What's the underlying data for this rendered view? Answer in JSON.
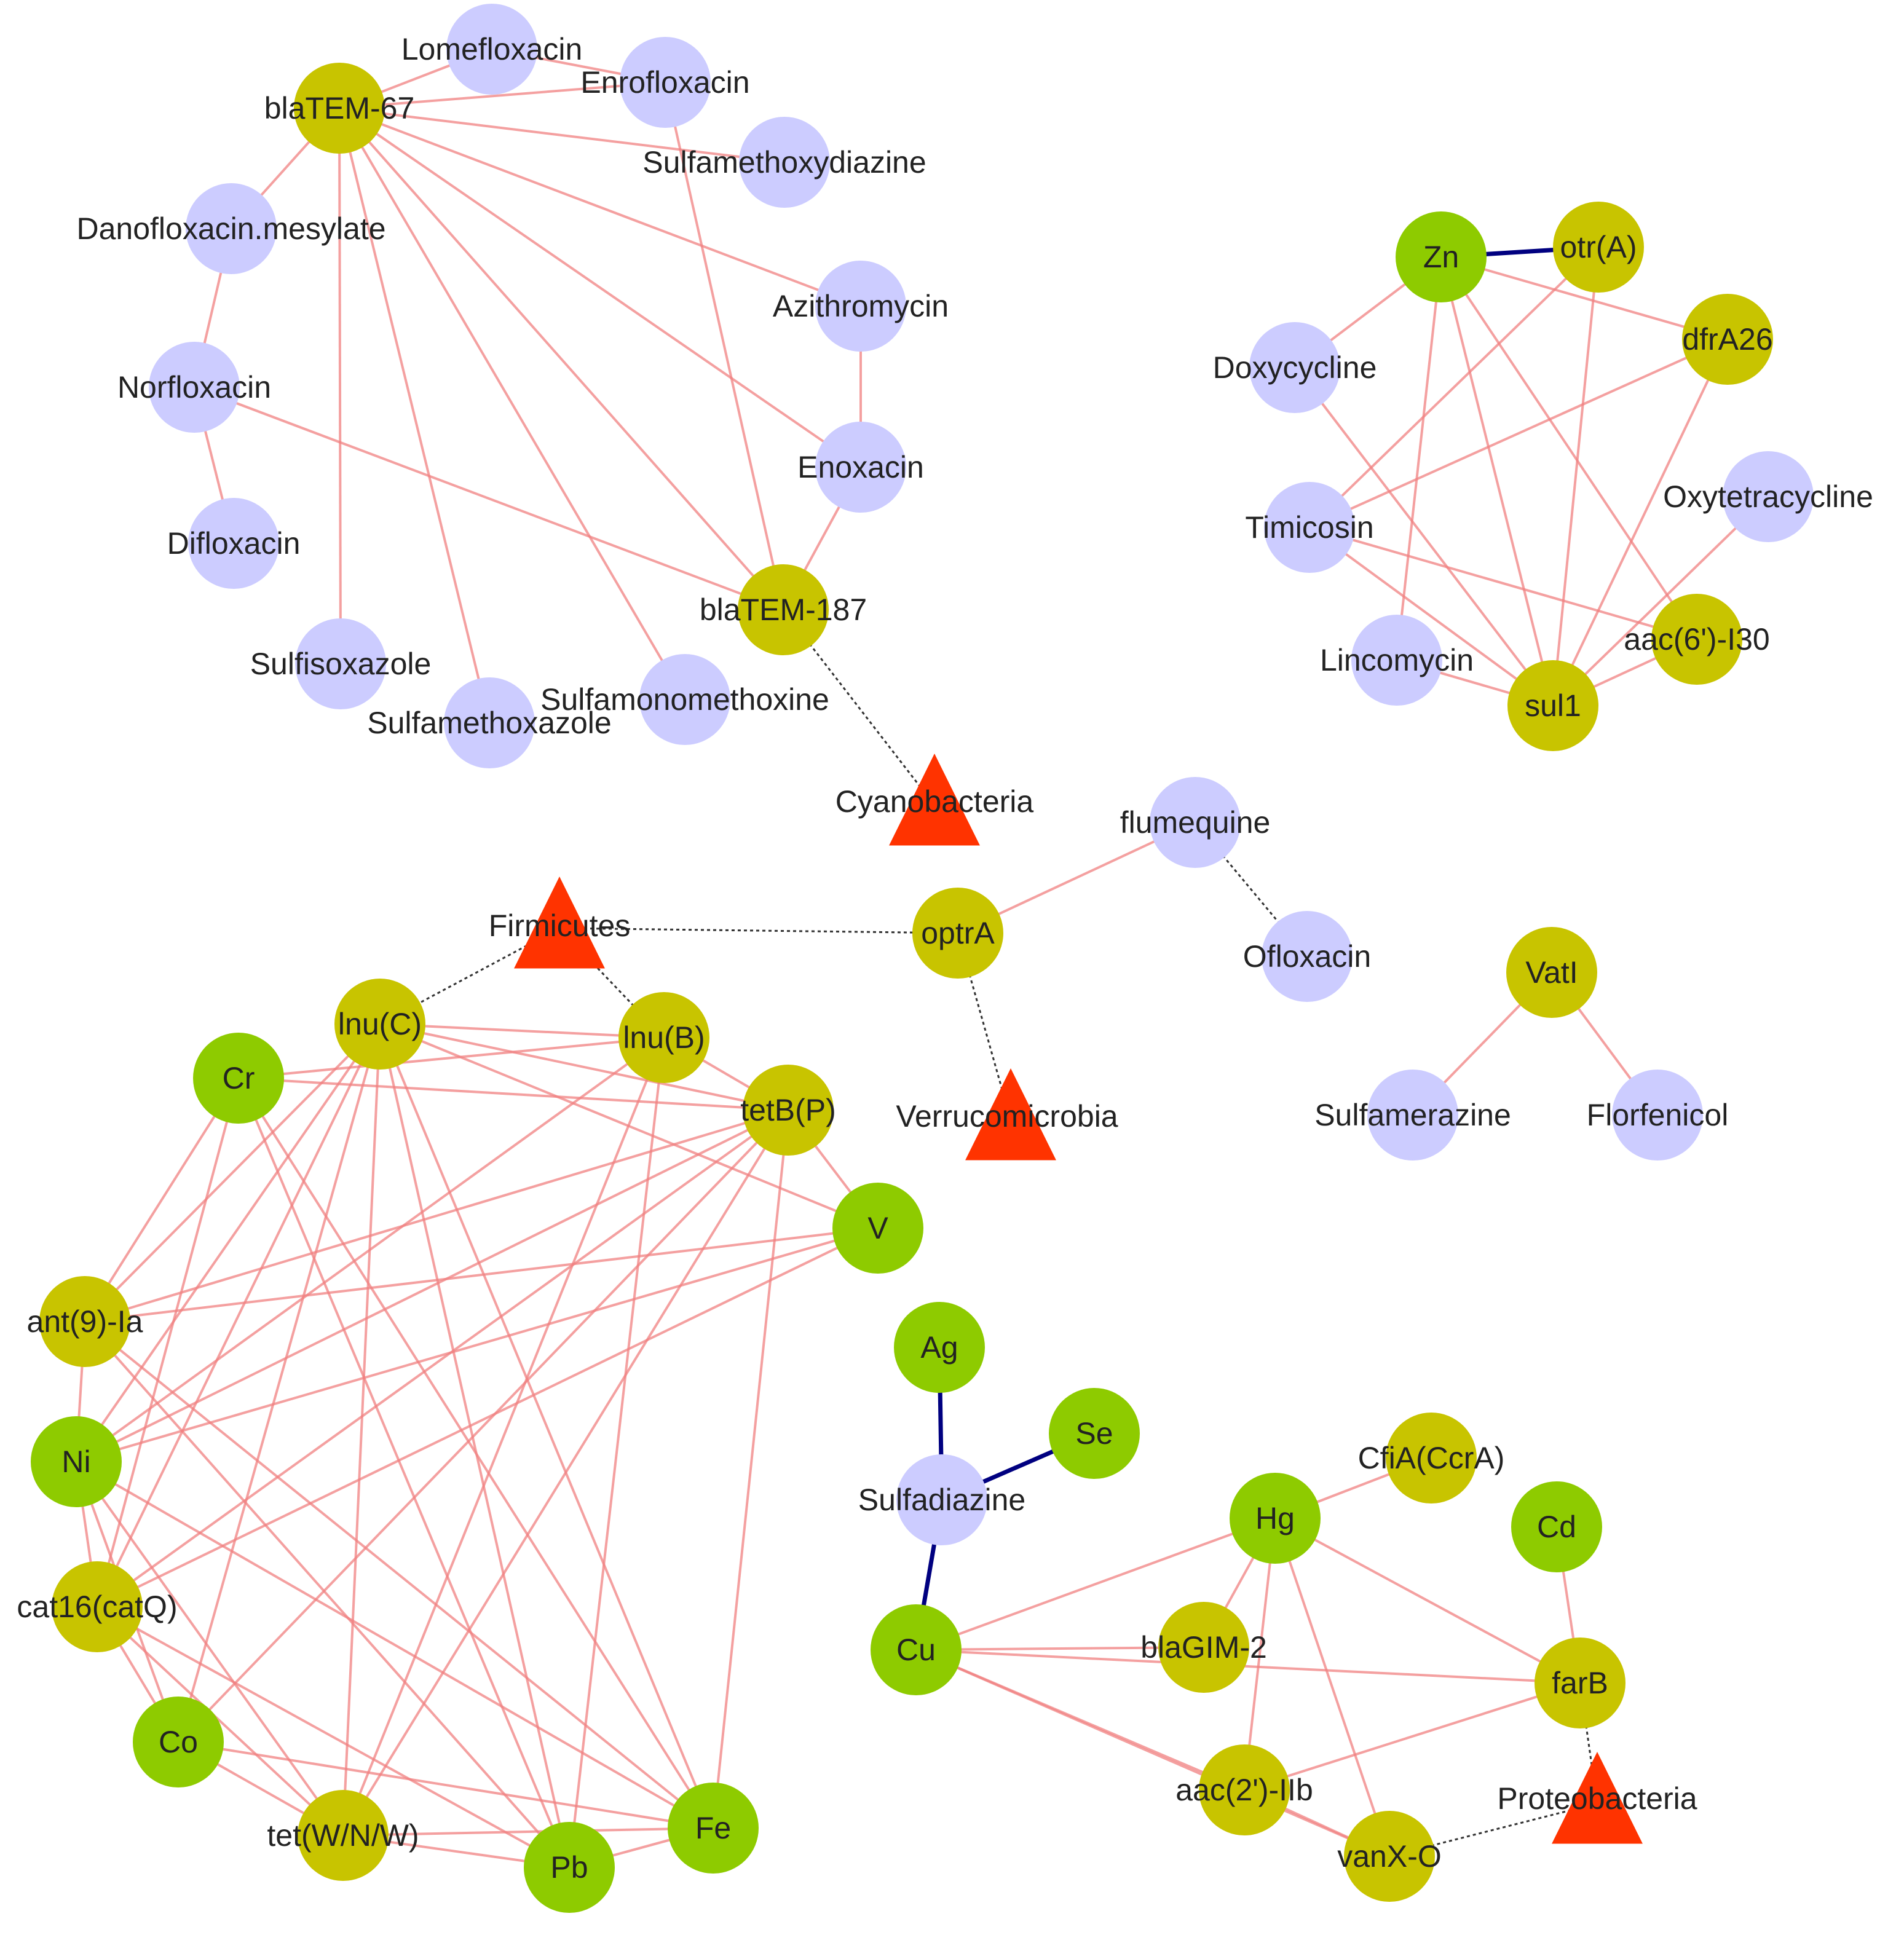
{
  "colors": {
    "antibiotic": "#ccccff",
    "gene": "#c8c400",
    "metal": "#8ecb00",
    "phylum": "#ff3300",
    "edge_positive": "#f08080",
    "edge_negative": "#000080",
    "edge_taxon": "#333333",
    "label": "#222222"
  },
  "nodes": [
    {
      "id": "lomefloxacin",
      "label": "Lomefloxacin",
      "type": "antibiotic"
    },
    {
      "id": "enrofloxacin",
      "label": "Enrofloxacin",
      "type": "antibiotic"
    },
    {
      "id": "blatem67",
      "label": "blaTEM-67",
      "type": "gene"
    },
    {
      "id": "sulfamethoxydiazine",
      "label": "Sulfamethoxydiazine",
      "type": "antibiotic"
    },
    {
      "id": "danofloxacin",
      "label": "Danofloxacin.mesylate",
      "type": "antibiotic"
    },
    {
      "id": "azithromycin",
      "label": "Azithromycin",
      "type": "antibiotic"
    },
    {
      "id": "norfloxacin",
      "label": "Norfloxacin",
      "type": "antibiotic"
    },
    {
      "id": "enoxacin",
      "label": "Enoxacin",
      "type": "antibiotic"
    },
    {
      "id": "difloxacin",
      "label": "Difloxacin",
      "type": "antibiotic"
    },
    {
      "id": "blatem187",
      "label": "blaTEM-187",
      "type": "gene"
    },
    {
      "id": "sulfisoxazole",
      "label": "Sulfisoxazole",
      "type": "antibiotic"
    },
    {
      "id": "sulfamonomethoxine",
      "label": "Sulfamonomethoxine",
      "type": "antibiotic"
    },
    {
      "id": "sulfamethoxazole",
      "label": "Sulfamethoxazole",
      "type": "antibiotic"
    },
    {
      "id": "cyanobacteria",
      "label": "Cyanobacteria",
      "type": "phylum"
    },
    {
      "id": "zn",
      "label": "Zn",
      "type": "metal"
    },
    {
      "id": "otra",
      "label": "otr(A)",
      "type": "gene"
    },
    {
      "id": "dfra26",
      "label": "dfrA26",
      "type": "gene"
    },
    {
      "id": "doxycycline",
      "label": "Doxycycline",
      "type": "antibiotic"
    },
    {
      "id": "oxytetracycline",
      "label": "Oxytetracycline",
      "type": "antibiotic"
    },
    {
      "id": "timicosin",
      "label": "Timicosin",
      "type": "antibiotic"
    },
    {
      "id": "aac6",
      "label": "aac(6')-I30",
      "type": "gene"
    },
    {
      "id": "lincomycin",
      "label": "Lincomycin",
      "type": "antibiotic"
    },
    {
      "id": "sul1",
      "label": "sul1",
      "type": "gene"
    },
    {
      "id": "flumequine",
      "label": "flumequine",
      "type": "antibiotic"
    },
    {
      "id": "optra",
      "label": "optrA",
      "type": "gene"
    },
    {
      "id": "firmicutes",
      "label": "Firmicutes",
      "type": "phylum"
    },
    {
      "id": "ofloxacin",
      "label": "Ofloxacin",
      "type": "antibiotic"
    },
    {
      "id": "vati",
      "label": "VatI",
      "type": "gene"
    },
    {
      "id": "lnuc",
      "label": "lnu(C)",
      "type": "gene"
    },
    {
      "id": "lnub",
      "label": "lnu(B)",
      "type": "gene"
    },
    {
      "id": "cr",
      "label": "Cr",
      "type": "metal"
    },
    {
      "id": "tetbp",
      "label": "tetB(P)",
      "type": "gene"
    },
    {
      "id": "verrucomicrobia",
      "label": "Verrucomicrobia",
      "type": "phylum"
    },
    {
      "id": "sulfamerazine",
      "label": "Sulfamerazine",
      "type": "antibiotic"
    },
    {
      "id": "florfenicol",
      "label": "Florfenicol",
      "type": "antibiotic"
    },
    {
      "id": "v",
      "label": "V",
      "type": "metal"
    },
    {
      "id": "ant9",
      "label": "ant(9)-Ia",
      "type": "gene"
    },
    {
      "id": "ag",
      "label": "Ag",
      "type": "metal"
    },
    {
      "id": "se",
      "label": "Se",
      "type": "metal"
    },
    {
      "id": "ni",
      "label": "Ni",
      "type": "metal"
    },
    {
      "id": "sulfadiazine",
      "label": "Sulfadiazine",
      "type": "antibiotic"
    },
    {
      "id": "cfia",
      "label": "CfiA(CcrA)",
      "type": "gene"
    },
    {
      "id": "hg",
      "label": "Hg",
      "type": "metal"
    },
    {
      "id": "cd",
      "label": "Cd",
      "type": "metal"
    },
    {
      "id": "cat16",
      "label": "cat16(catQ)",
      "type": "gene"
    },
    {
      "id": "cu",
      "label": "Cu",
      "type": "metal"
    },
    {
      "id": "blagim2",
      "label": "blaGIM-2",
      "type": "gene"
    },
    {
      "id": "farb",
      "label": "farB",
      "type": "gene"
    },
    {
      "id": "co",
      "label": "Co",
      "type": "metal"
    },
    {
      "id": "aac2",
      "label": "aac(2')-IIb",
      "type": "gene"
    },
    {
      "id": "proteobacteria",
      "label": "Proteobacteria",
      "type": "phylum"
    },
    {
      "id": "fe",
      "label": "Fe",
      "type": "metal"
    },
    {
      "id": "tetw",
      "label": "tet(W/N/W)",
      "type": "gene"
    },
    {
      "id": "vanxo",
      "label": "vanX-O",
      "type": "gene"
    },
    {
      "id": "pb",
      "label": "Pb",
      "type": "metal"
    }
  ],
  "edges": [
    [
      "blatem67",
      "lomefloxacin",
      "pos"
    ],
    [
      "blatem67",
      "enrofloxacin",
      "pos"
    ],
    [
      "blatem67",
      "sulfamethoxydiazine",
      "pos"
    ],
    [
      "blatem67",
      "danofloxacin",
      "pos"
    ],
    [
      "blatem67",
      "azithromycin",
      "pos"
    ],
    [
      "blatem67",
      "enoxacin",
      "pos"
    ],
    [
      "blatem67",
      "sulfisoxazole",
      "pos"
    ],
    [
      "blatem67",
      "sulfamethoxazole",
      "pos"
    ],
    [
      "blatem67",
      "sulfamonomethoxine",
      "pos"
    ],
    [
      "blatem67",
      "blatem187",
      "pos"
    ],
    [
      "lomefloxacin",
      "enrofloxacin",
      "pos"
    ],
    [
      "danofloxacin",
      "norfloxacin",
      "pos"
    ],
    [
      "norfloxacin",
      "difloxacin",
      "pos"
    ],
    [
      "norfloxacin",
      "blatem187",
      "pos"
    ],
    [
      "enrofloxacin",
      "blatem187",
      "pos"
    ],
    [
      "azithromycin",
      "enoxacin",
      "pos"
    ],
    [
      "enoxacin",
      "blatem187",
      "pos"
    ],
    [
      "blatem187",
      "cyanobacteria",
      "taxon"
    ],
    [
      "zn",
      "otra",
      "neg"
    ],
    [
      "zn",
      "dfra26",
      "pos"
    ],
    [
      "zn",
      "doxycycline",
      "pos"
    ],
    [
      "zn",
      "lincomycin",
      "pos"
    ],
    [
      "zn",
      "aac6",
      "pos"
    ],
    [
      "zn",
      "sul1",
      "pos"
    ],
    [
      "otra",
      "timicosin",
      "pos"
    ],
    [
      "otra",
      "sul1",
      "pos"
    ],
    [
      "dfra26",
      "timicosin",
      "pos"
    ],
    [
      "dfra26",
      "sul1",
      "pos"
    ],
    [
      "doxycycline",
      "sul1",
      "pos"
    ],
    [
      "timicosin",
      "aac6",
      "pos"
    ],
    [
      "timicosin",
      "sul1",
      "pos"
    ],
    [
      "lincomycin",
      "sul1",
      "pos"
    ],
    [
      "oxytetracycline",
      "sul1",
      "pos"
    ],
    [
      "aac6",
      "sul1",
      "pos"
    ],
    [
      "optra",
      "flumequine",
      "pos"
    ],
    [
      "flumequine",
      "ofloxacin",
      "taxon"
    ],
    [
      "firmicutes",
      "optra",
      "taxon"
    ],
    [
      "optra",
      "verrucomicrobia",
      "taxon"
    ],
    [
      "firmicutes",
      "lnuc",
      "taxon"
    ],
    [
      "firmicutes",
      "lnub",
      "taxon"
    ],
    [
      "vati",
      "sulfamerazine",
      "pos"
    ],
    [
      "vati",
      "florfenicol",
      "pos"
    ],
    [
      "lnuc",
      "lnub",
      "pos"
    ],
    [
      "lnuc",
      "tetbp",
      "pos"
    ],
    [
      "lnuc",
      "v",
      "pos"
    ],
    [
      "lnuc",
      "ant9",
      "pos"
    ],
    [
      "lnuc",
      "ni",
      "pos"
    ],
    [
      "lnuc",
      "cat16",
      "pos"
    ],
    [
      "lnuc",
      "co",
      "pos"
    ],
    [
      "lnuc",
      "tetw",
      "pos"
    ],
    [
      "lnuc",
      "pb",
      "pos"
    ],
    [
      "lnuc",
      "fe",
      "pos"
    ],
    [
      "lnub",
      "tetbp",
      "pos"
    ],
    [
      "lnub",
      "cr",
      "pos"
    ],
    [
      "lnub",
      "ni",
      "pos"
    ],
    [
      "lnub",
      "tetw",
      "pos"
    ],
    [
      "lnub",
      "pb",
      "pos"
    ],
    [
      "cr",
      "tetbp",
      "pos"
    ],
    [
      "cr",
      "ant9",
      "pos"
    ],
    [
      "cr",
      "cat16",
      "pos"
    ],
    [
      "cr",
      "pb",
      "pos"
    ],
    [
      "cr",
      "fe",
      "pos"
    ],
    [
      "tetbp",
      "v",
      "pos"
    ],
    [
      "tetbp",
      "ant9",
      "pos"
    ],
    [
      "tetbp",
      "ni",
      "pos"
    ],
    [
      "tetbp",
      "cat16",
      "pos"
    ],
    [
      "tetbp",
      "co",
      "pos"
    ],
    [
      "tetbp",
      "tetw",
      "pos"
    ],
    [
      "tetbp",
      "fe",
      "pos"
    ],
    [
      "v",
      "ant9",
      "pos"
    ],
    [
      "v",
      "ni",
      "pos"
    ],
    [
      "v",
      "cat16",
      "pos"
    ],
    [
      "ant9",
      "ni",
      "pos"
    ],
    [
      "ant9",
      "pb",
      "pos"
    ],
    [
      "ant9",
      "fe",
      "pos"
    ],
    [
      "ni",
      "cat16",
      "pos"
    ],
    [
      "ni",
      "co",
      "pos"
    ],
    [
      "ni",
      "tetw",
      "pos"
    ],
    [
      "ni",
      "fe",
      "pos"
    ],
    [
      "cat16",
      "co",
      "pos"
    ],
    [
      "cat16",
      "tetw",
      "pos"
    ],
    [
      "cat16",
      "pb",
      "pos"
    ],
    [
      "co",
      "tetw",
      "pos"
    ],
    [
      "co",
      "fe",
      "pos"
    ],
    [
      "tetw",
      "pb",
      "pos"
    ],
    [
      "tetw",
      "fe",
      "pos"
    ],
    [
      "pb",
      "fe",
      "pos"
    ],
    [
      "sulfadiazine",
      "ag",
      "neg"
    ],
    [
      "sulfadiazine",
      "se",
      "neg"
    ],
    [
      "sulfadiazine",
      "cu",
      "neg"
    ],
    [
      "cu",
      "hg",
      "pos"
    ],
    [
      "cu",
      "blagim2",
      "pos"
    ],
    [
      "cu",
      "farb",
      "pos"
    ],
    [
      "cu",
      "aac2",
      "pos"
    ],
    [
      "cu",
      "vanxo",
      "pos"
    ],
    [
      "hg",
      "cfia",
      "pos"
    ],
    [
      "hg",
      "blagim2",
      "pos"
    ],
    [
      "hg",
      "aac2",
      "pos"
    ],
    [
      "hg",
      "vanxo",
      "pos"
    ],
    [
      "hg",
      "farb",
      "pos"
    ],
    [
      "cd",
      "farb",
      "pos"
    ],
    [
      "farb",
      "aac2",
      "pos"
    ],
    [
      "aac2",
      "vanxo",
      "pos"
    ],
    [
      "farb",
      "proteobacteria",
      "taxon"
    ],
    [
      "vanxo",
      "proteobacteria",
      "taxon"
    ]
  ]
}
